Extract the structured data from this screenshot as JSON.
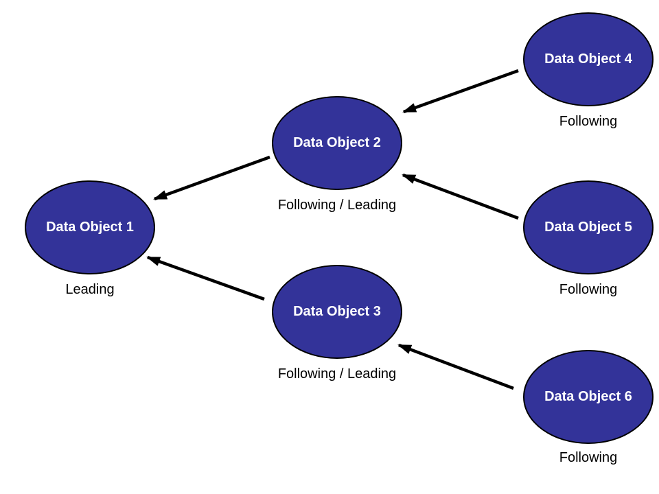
{
  "diagram": {
    "type": "directed-graph",
    "colors": {
      "background": "#ffffff",
      "node_fill": "#333399",
      "node_border": "#000000",
      "node_text": "#ffffff",
      "annotation_text": "#000000",
      "arrow": "#000000"
    },
    "nodes": [
      {
        "id": "data-object-1",
        "label": "Data Object 1",
        "annotation": "Leading"
      },
      {
        "id": "data-object-2",
        "label": "Data Object 2",
        "annotation": "Following / Leading"
      },
      {
        "id": "data-object-3",
        "label": "Data Object 3",
        "annotation": "Following / Leading"
      },
      {
        "id": "data-object-4",
        "label": "Data Object 4",
        "annotation": "Following"
      },
      {
        "id": "data-object-5",
        "label": "Data Object 5",
        "annotation": "Following"
      },
      {
        "id": "data-object-6",
        "label": "Data Object 6",
        "annotation": "Following"
      }
    ],
    "edges": [
      {
        "from": "data-object-4",
        "to": "data-object-2"
      },
      {
        "from": "data-object-5",
        "to": "data-object-2"
      },
      {
        "from": "data-object-2",
        "to": "data-object-1"
      },
      {
        "from": "data-object-3",
        "to": "data-object-1"
      },
      {
        "from": "data-object-6",
        "to": "data-object-3"
      }
    ]
  }
}
